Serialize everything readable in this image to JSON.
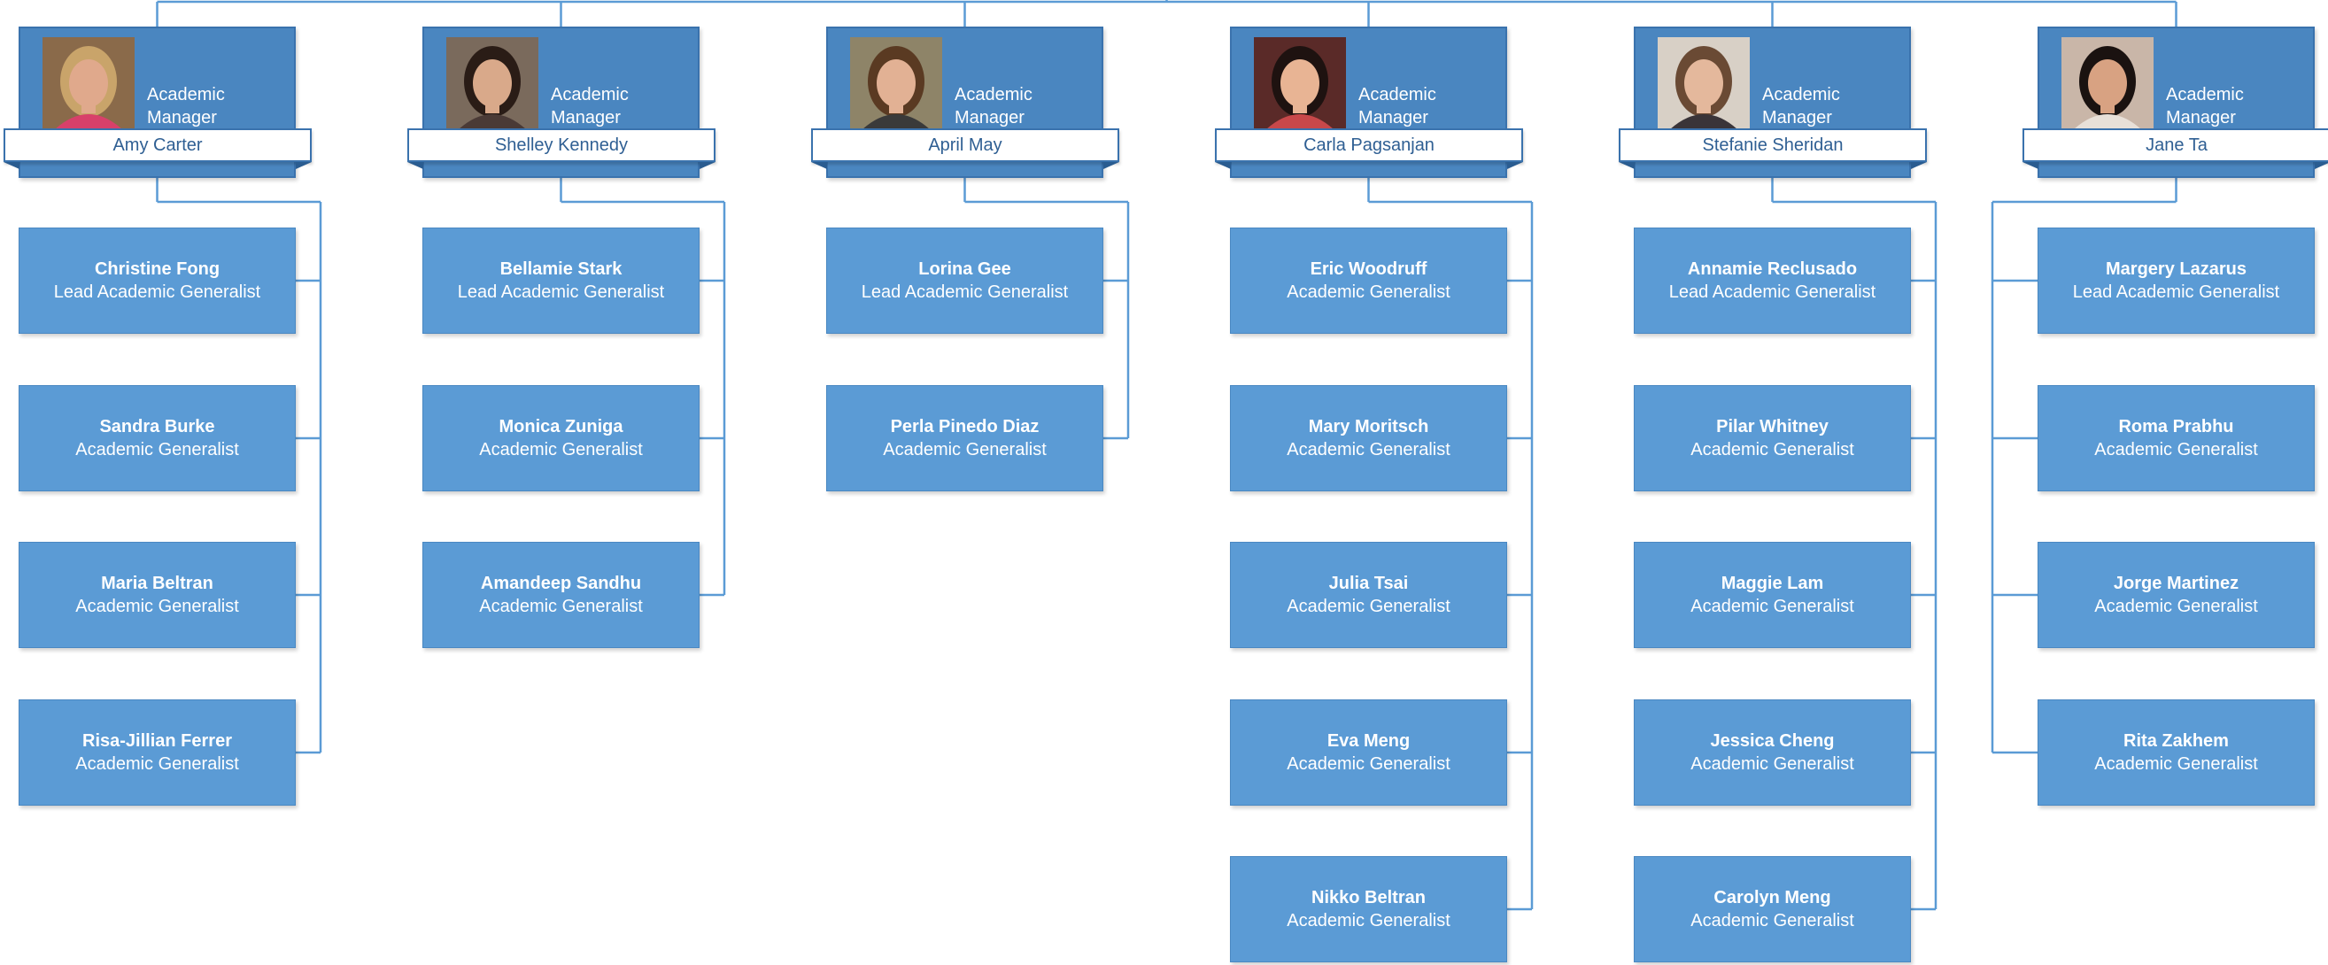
{
  "colors": {
    "connector": "#5b9bd5",
    "manager_fill": "#4a86c0",
    "report_fill": "#5b9bd5",
    "ribbon_text": "#2f5f93"
  },
  "managers": [
    {
      "name": "Amy Carter",
      "title_line1": "Academic",
      "title_line2": "Manager",
      "photo": "portrait-photo-icon",
      "reports": [
        {
          "name": "Christine Fong",
          "title": "Lead Academic Generalist"
        },
        {
          "name": "Sandra Burke",
          "title": "Academic Generalist"
        },
        {
          "name": "Maria Beltran",
          "title": "Academic Generalist"
        },
        {
          "name": "Risa-Jillian Ferrer",
          "title": "Academic Generalist"
        }
      ]
    },
    {
      "name": "Shelley Kennedy",
      "title_line1": "Academic",
      "title_line2": "Manager",
      "photo": "portrait-photo-icon",
      "reports": [
        {
          "name": "Bellamie Stark",
          "title": "Lead Academic Generalist"
        },
        {
          "name": "Monica Zuniga",
          "title": "Academic Generalist"
        },
        {
          "name": "Amandeep Sandhu",
          "title": "Academic Generalist"
        }
      ]
    },
    {
      "name": "April May",
      "title_line1": "Academic",
      "title_line2": "Manager",
      "photo": "portrait-photo-icon",
      "reports": [
        {
          "name": "Lorina Gee",
          "title": "Lead Academic Generalist"
        },
        {
          "name": "Perla Pinedo Diaz",
          "title": "Academic Generalist"
        }
      ]
    },
    {
      "name": "Carla Pagsanjan",
      "title_line1": "Academic",
      "title_line2": "Manager",
      "photo": "portrait-photo-icon",
      "reports": [
        {
          "name": "Eric Woodruff",
          "title": "Academic Generalist"
        },
        {
          "name": "Mary Moritsch",
          "title": "Academic Generalist"
        },
        {
          "name": "Julia Tsai",
          "title": "Academic Generalist"
        },
        {
          "name": "Eva Meng",
          "title": "Academic Generalist"
        },
        {
          "name": "Nikko Beltran",
          "title": "Academic Generalist"
        }
      ]
    },
    {
      "name": "Stefanie Sheridan",
      "title_line1": "Academic",
      "title_line2": "Manager",
      "photo": "portrait-photo-icon",
      "reports": [
        {
          "name": "Annamie Reclusado",
          "title": "Lead Academic Generalist"
        },
        {
          "name": "Pilar Whitney",
          "title": "Academic Generalist"
        },
        {
          "name": "Maggie Lam",
          "title": "Academic Generalist"
        },
        {
          "name": "Jessica Cheng",
          "title": "Academic Generalist"
        },
        {
          "name": "Carolyn Meng",
          "title": "Academic Generalist"
        }
      ]
    },
    {
      "name": "Jane Ta",
      "title_line1": "Academic",
      "title_line2": "Manager",
      "photo": "portrait-photo-icon",
      "reports": [
        {
          "name": "Margery Lazarus",
          "title": "Lead Academic Generalist"
        },
        {
          "name": "Roma Prabhu",
          "title": "Academic Generalist"
        },
        {
          "name": "Jorge Martinez",
          "title": "Academic Generalist"
        },
        {
          "name": "Rita Zakhem",
          "title": "Academic Generalist"
        }
      ]
    }
  ]
}
